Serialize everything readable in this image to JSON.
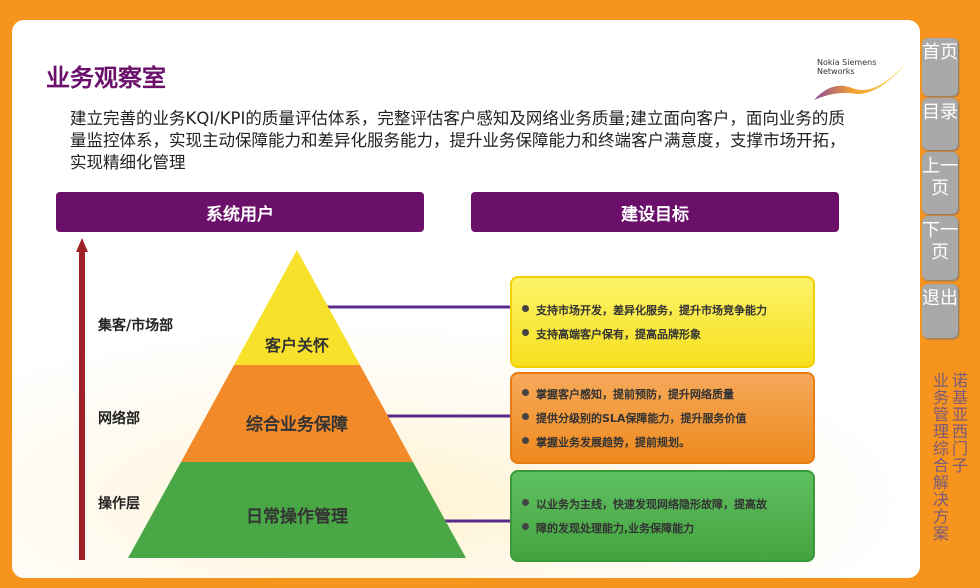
{
  "title": "业务观察室",
  "intro": "建立完善的业务KQI/KPI的质量评估体系，完整评估客户感知及网络业务质量;建立面向客户，面向业务的质量监控体系，实现主动保障能力和差异化服务能力，提升业务保障能力和终端客户满意度，支撑市场开拓，实现精细化管理",
  "logo": {
    "line1": "Nokia Siemens",
    "line2": "Networks"
  },
  "headers": {
    "left": "系统用户",
    "right": "建设目标"
  },
  "levels": [
    "集客/市场部",
    "网络部",
    "操作层"
  ],
  "pyramid": [
    "客户关怀",
    "综合业务保障",
    "日常操作管理"
  ],
  "goals": [
    [
      "支持市场开发，差异化服务，提升市场竞争能力",
      "支持高端客户保有，提高品牌形象"
    ],
    [
      "掌握客户感知，提前预防，提升网络质量",
      "提供分级别的SLA保障能力，提升服务价值",
      "掌握业务发展趋势，提前规划。"
    ],
    [
      "以业务为主线，快速发现网络隐形故障，提高故",
      "障的发现处理能力,业务保障能力"
    ]
  ],
  "nav": [
    "首页",
    "目录",
    "上一页",
    "下一页",
    "退出"
  ],
  "side": {
    "company": "诺基亚西门子",
    "product": "业务管理综合解决方案"
  },
  "colors": {
    "purple": "#6a0f6a",
    "yellow": "#f7e12a",
    "orange": "#f28a2a",
    "green": "#49a845",
    "bg": "#f7941d"
  }
}
